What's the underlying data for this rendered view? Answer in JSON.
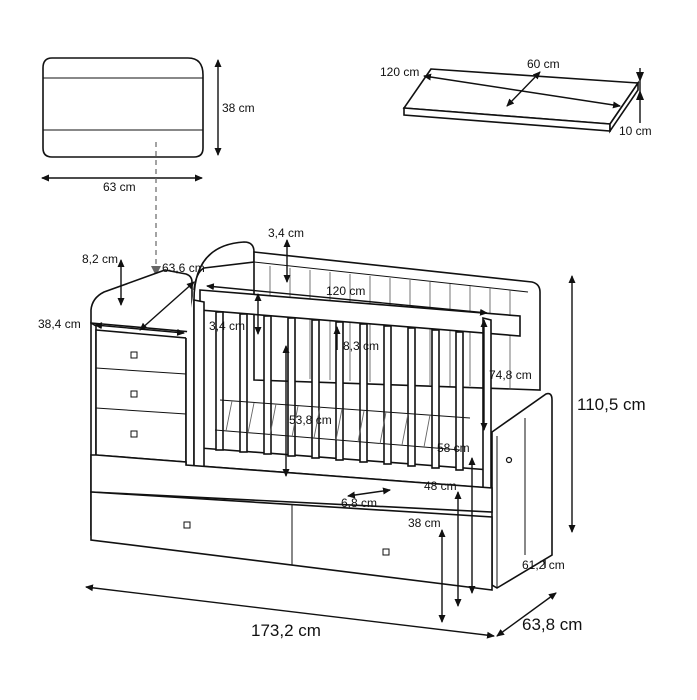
{
  "mattress": {
    "width_label": "63 cm",
    "height_label": "38 cm"
  },
  "board": {
    "length_label": "120 cm",
    "width_label": "60 cm",
    "thickness_label": "10 cm"
  },
  "crib": {
    "dims": {
      "d_3_4_top": "3,4 cm",
      "d_8_2": "8,2 cm",
      "d_63_6": "63,6 cm",
      "d_120": "120 cm",
      "d_38_4": "38,4 cm",
      "d_3_4_mid": "3,4 cm",
      "d_8_3": "8,3 cm",
      "d_74_8": "74,8 cm",
      "d_110_5": "110,5 cm",
      "d_53_8": "53,8 cm",
      "d_58": "58 cm",
      "d_48": "48 cm",
      "d_6_8": "6,8 cm",
      "d_38": "38 cm",
      "d_61_2": "61,2 cm",
      "d_173_2": "173,2 cm",
      "d_63_8": "63,8 cm"
    }
  }
}
